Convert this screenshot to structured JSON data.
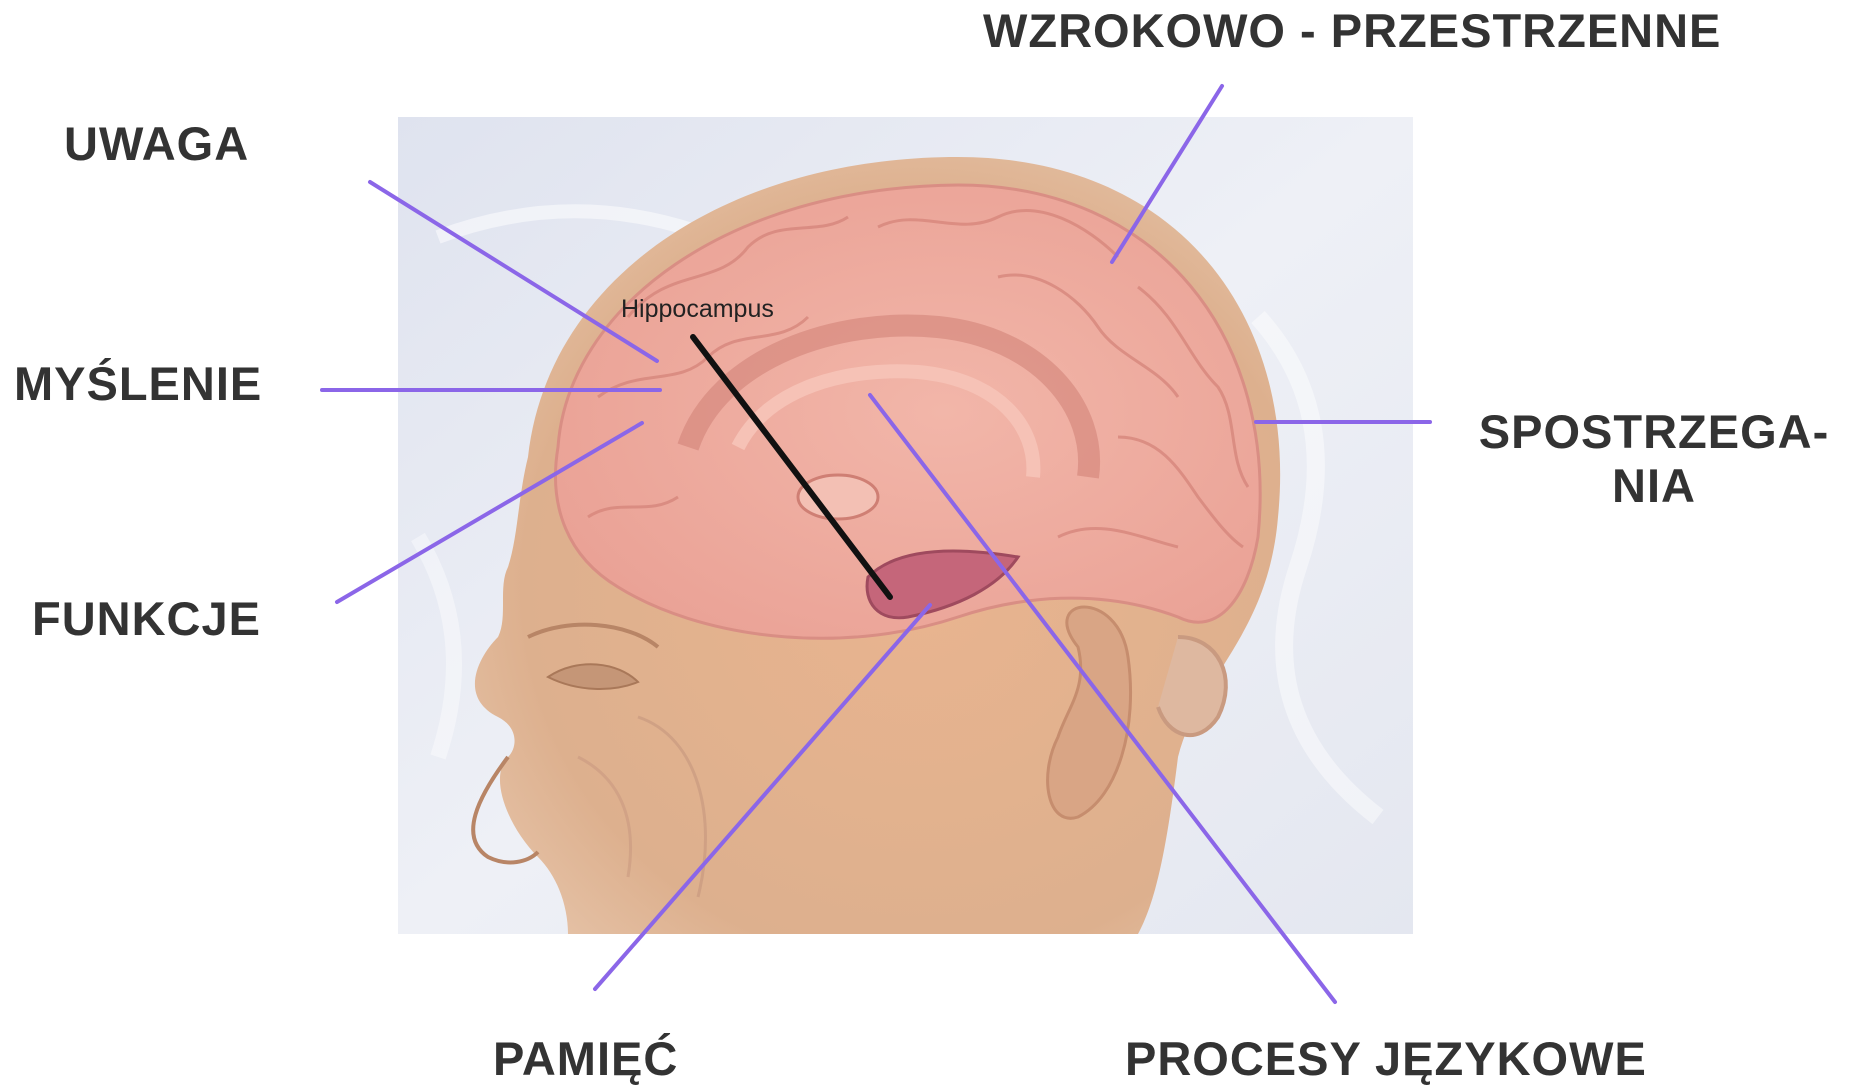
{
  "labels": {
    "wzrokowo": "WZROKOWO - PRZESTRZENNE",
    "uwaga": "UWAGA",
    "myslenie": "MYŚLENIE",
    "funkcje": "FUNKCJE",
    "spostrzegania_line1": "SPOSTRZEGA-",
    "spostrzegania_line2": "NIA",
    "pamiec": "PAMIĘĆ",
    "procesy": "PROCESY JĘZYKOWE"
  },
  "illustration": {
    "inner_label": "Hippocampus"
  },
  "colors": {
    "connector": "#8B66E8",
    "pointer": "#111111",
    "label_text": "#333333"
  }
}
